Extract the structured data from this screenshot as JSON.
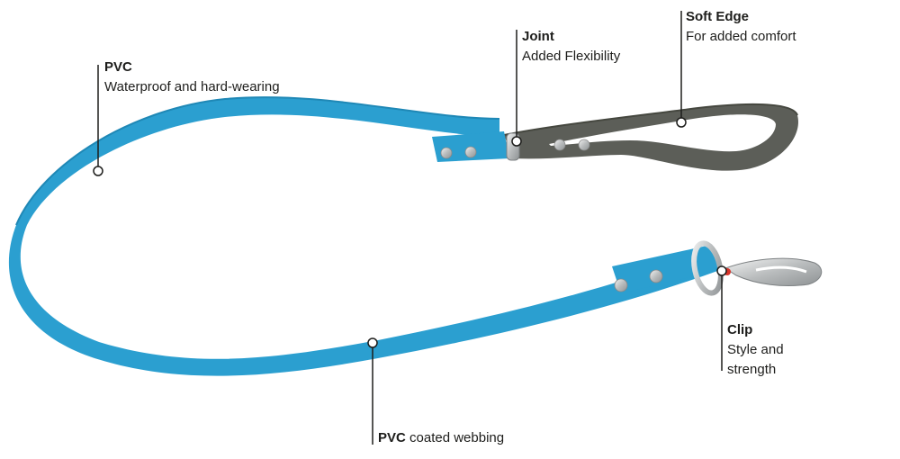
{
  "colors": {
    "leash_blue": "#2b9fd0",
    "leash_blue_dark": "#1f88b6",
    "handle_grey": "#5c5e58",
    "handle_grey_dark": "#45473f",
    "metal": "#c9cbcc",
    "callout_line": "#1d1d1b",
    "accent_red": "#d8342a"
  },
  "callouts": {
    "pvc": {
      "title": "PVC",
      "desc": "Waterproof and hard-wearing"
    },
    "joint": {
      "title": "Joint",
      "desc": "Added Flexibility"
    },
    "soft_edge": {
      "title": "Soft Edge",
      "desc": "For added comfort"
    },
    "clip": {
      "title": "Clip",
      "desc_line1": "Style and",
      "desc_line2": "strength"
    },
    "webbing": {
      "title": "PVC",
      "desc": "coated webbing"
    }
  }
}
